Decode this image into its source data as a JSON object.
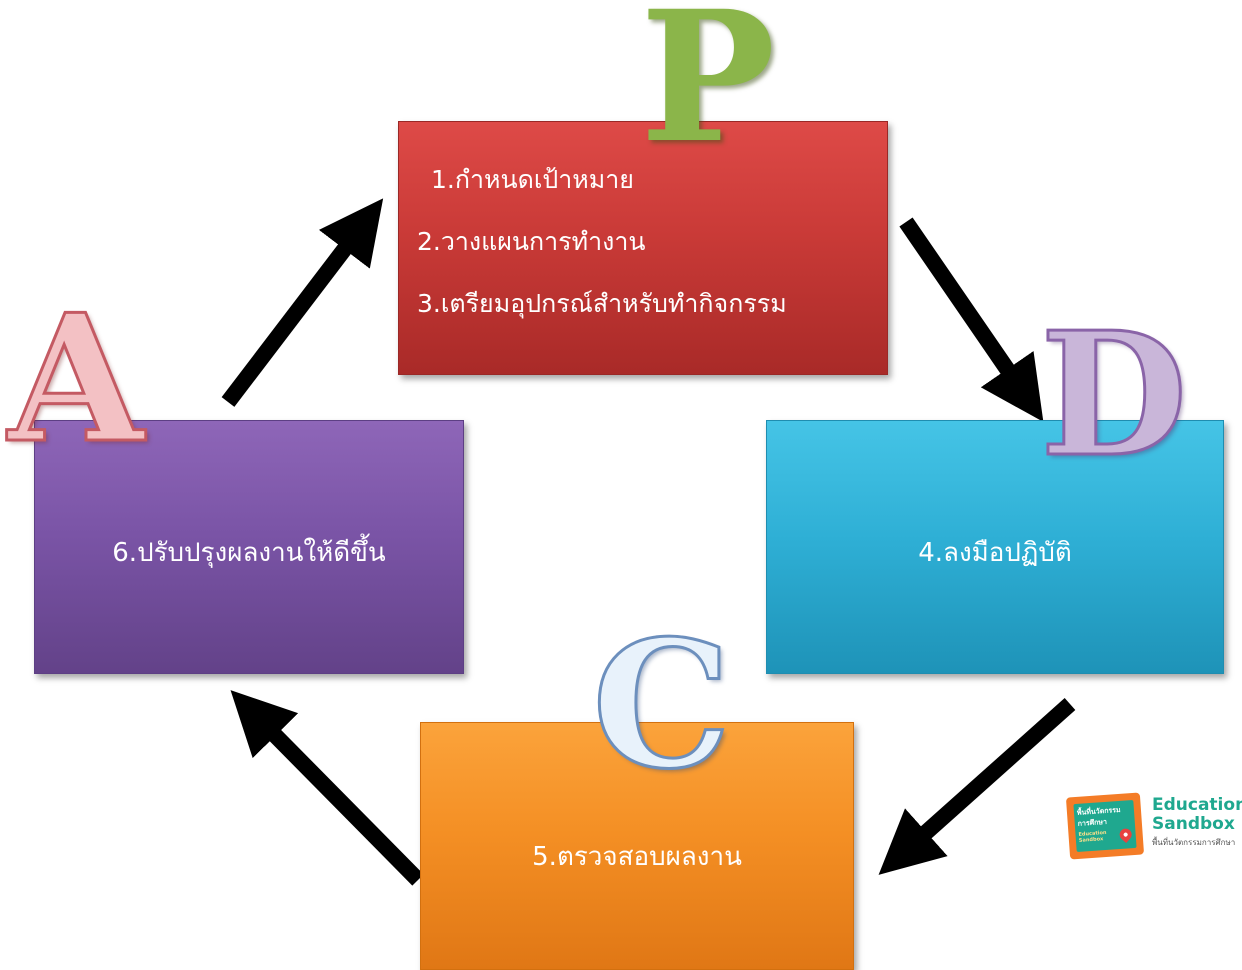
{
  "plan": {
    "letter": "P",
    "items": [
      "1.กำหนดเป้าหมาย",
      "2.วางแผนการทำงาน",
      "3.เตรียมอุปกรณ์สำหรับทำกิจกรรม"
    ]
  },
  "do": {
    "letter": "D",
    "label": "4.ลงมือปฏิบัติ"
  },
  "check": {
    "letter": "C",
    "label": "5.ตรวจสอบผลงาน"
  },
  "act": {
    "letter": "A",
    "label": "6.ปรับปรุงผลงานให้ดีขึ้น"
  },
  "logo": {
    "badge_line1": "พื้นที่นวัตกรรม",
    "badge_line2": "การศึกษา",
    "badge_line3": "Education Sandbox",
    "title_line1": "Education",
    "title_line2": "Sandbox",
    "subtitle": "พื้นที่นวัตกรรมการศึกษา"
  },
  "colors": {
    "plan": "#c93a37",
    "do": "#2fb0d6",
    "check": "#f48f24",
    "act": "#7a54a6",
    "arrow": "#000000",
    "brand": "#1fa88f"
  }
}
